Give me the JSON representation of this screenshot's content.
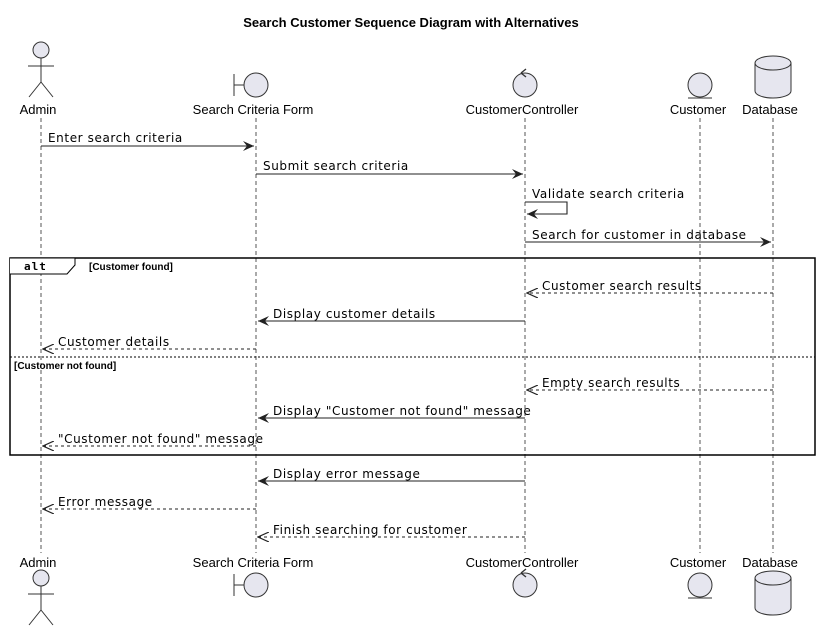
{
  "diagram": {
    "title": "Search Customer Sequence Diagram with Alternatives",
    "participants": [
      {
        "id": "admin",
        "name": "Admin",
        "kind": "actor"
      },
      {
        "id": "form",
        "name": "Search Criteria Form",
        "kind": "boundary"
      },
      {
        "id": "controller",
        "name": "CustomerController",
        "kind": "control"
      },
      {
        "id": "customer",
        "name": "Customer",
        "kind": "entity"
      },
      {
        "id": "database",
        "name": "Database",
        "kind": "database"
      }
    ],
    "messages": [
      {
        "from": "admin",
        "to": "form",
        "label": "Enter search criteria",
        "style": "solid"
      },
      {
        "from": "form",
        "to": "controller",
        "label": "Submit search criteria",
        "style": "solid"
      },
      {
        "from": "controller",
        "to": "controller",
        "label": "Validate search criteria",
        "style": "solid"
      },
      {
        "from": "controller",
        "to": "database",
        "label": "Search for customer in database",
        "style": "solid"
      },
      {
        "from": "database",
        "to": "controller",
        "label": "Customer search results",
        "style": "dashed"
      },
      {
        "from": "controller",
        "to": "form",
        "label": "Display customer details",
        "style": "solid"
      },
      {
        "from": "form",
        "to": "admin",
        "label": "Customer details",
        "style": "dashed"
      },
      {
        "from": "database",
        "to": "controller",
        "label": "Empty search results",
        "style": "dashed"
      },
      {
        "from": "controller",
        "to": "form",
        "label": "Display \"Customer not found\" message",
        "style": "solid"
      },
      {
        "from": "form",
        "to": "admin",
        "label": "\"Customer not found\" message",
        "style": "dashed"
      },
      {
        "from": "controller",
        "to": "form",
        "label": "Display error message",
        "style": "solid"
      },
      {
        "from": "form",
        "to": "admin",
        "label": "Error message",
        "style": "dashed"
      },
      {
        "from": "controller",
        "to": "form",
        "label": "Finish searching for customer",
        "style": "dashed"
      }
    ],
    "fragment": {
      "operator": "alt",
      "guards": [
        "[Customer found]",
        "[Customer not found]"
      ]
    }
  }
}
